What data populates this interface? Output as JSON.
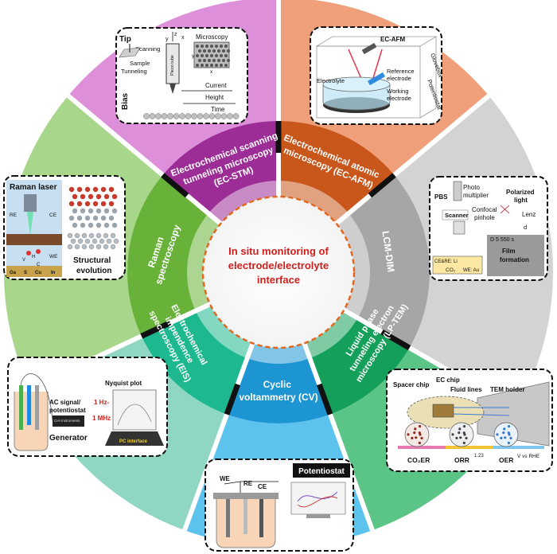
{
  "center": {
    "line1": "In situ monitoring of",
    "line2": "electrode/electrolyte",
    "line3": "interface"
  },
  "segments": {
    "ec_stm": {
      "line1": "Electrochemical scanning",
      "line2": "tunneling microscopy",
      "line3": "(EC-STM)"
    },
    "ec_afm": {
      "line1": "Electrochemical atomic",
      "line2": "microscopy (EC-AFM)"
    },
    "lcm_dim": {
      "line1": "LCM-DIM"
    },
    "lp_tem": {
      "line1": "Liquid phase",
      "line2": "tunneling electron",
      "line3": "microscopy (LP-TEM)"
    },
    "cv": {
      "line1": "Cyclic",
      "line2": "voltammetry (CV)"
    },
    "eis": {
      "line1": "Electrochemical",
      "line2": "impendence",
      "line3": "spectroscopy (EIS)"
    },
    "raman": {
      "line1": "Raman",
      "line2": "spectroscopy"
    }
  },
  "insets": {
    "stm": {
      "tip": "Tip",
      "scanning": "Scanning",
      "sample": "Sample",
      "tunneling": "Tunneling",
      "bias": "Bias",
      "piezo": "Piezo tube",
      "microscopy": "Microscopy",
      "current": "Current",
      "height": "Height",
      "time": "Time",
      "x": "x",
      "y": "y",
      "z": "z"
    },
    "afm": {
      "title": "EC-AFM",
      "electrolyte": "Electrolyte",
      "reference1": "Reference",
      "reference2": "electrode",
      "working1": "Working",
      "working2": "electrode",
      "glovebox": "Glovebox",
      "potentiostat": "Potentiostat"
    },
    "lcm": {
      "pbs": "PBS",
      "photo1": "Photo",
      "photo2": "multiplier",
      "polarized1": "Polarized",
      "polarized2": "light",
      "scanner": "Scanner",
      "confocal1": "Confocal",
      "confocal2": "pinhole",
      "lenz": "Lenz",
      "d": "d",
      "time": "D 5 550 s",
      "film1": "Film",
      "film2": "formation",
      "cere": "CE&RE: Li",
      "co2": "CO₂",
      "we": "WE: Au"
    },
    "tem": {
      "spacer": "Spacer chip",
      "ecchip": "EC chip",
      "fluid": "Fluid lines",
      "holder": "TEM holder",
      "co2er": "CO₂ER",
      "orr": "ORR",
      "oer": "OER",
      "v123": "1.23",
      "vrhe": "V vs RHE"
    },
    "cv": {
      "we": "WE",
      "re": "RE",
      "ce": "CE",
      "potentiostat": "Potentiostat"
    },
    "eis": {
      "nyquist": "Nyquist plot",
      "ac1": "AC signal/",
      "ac2": "potentiostat",
      "f1": "1 Hz-",
      "f2": "1 MHz",
      "generator": "Generator",
      "pc": "PC interface",
      "brand": "CHI Instruments"
    },
    "raman": {
      "laser": "Raman laser",
      "re": "RE",
      "ce": "CE",
      "we": "WE",
      "structural1": "Structural",
      "structural2": "evolution",
      "ga": "Ga",
      "s": "S",
      "cu": "Cu",
      "in": "In",
      "v": "V",
      "h": "H",
      "c": "C"
    }
  },
  "colors": {
    "stm_outer": "#de8fd9",
    "stm_inner": "#9c2d96",
    "afm_outer": "#efa07a",
    "afm_inner": "#c9561b",
    "lcm_outer": "#d3d3d3",
    "lcm_inner": "#a6a6a6",
    "tem_outer": "#5bc587",
    "tem_inner": "#14a05a",
    "cv_outer": "#5cc2ee",
    "cv_inner": "#1e95d3",
    "eis_outer": "#8fd7c3",
    "eis_inner": "#1db88f",
    "raman_outer": "#a8d68a",
    "raman_inner": "#69b23a",
    "center_ring": "#e2661e",
    "center_text": "#d0201c"
  }
}
